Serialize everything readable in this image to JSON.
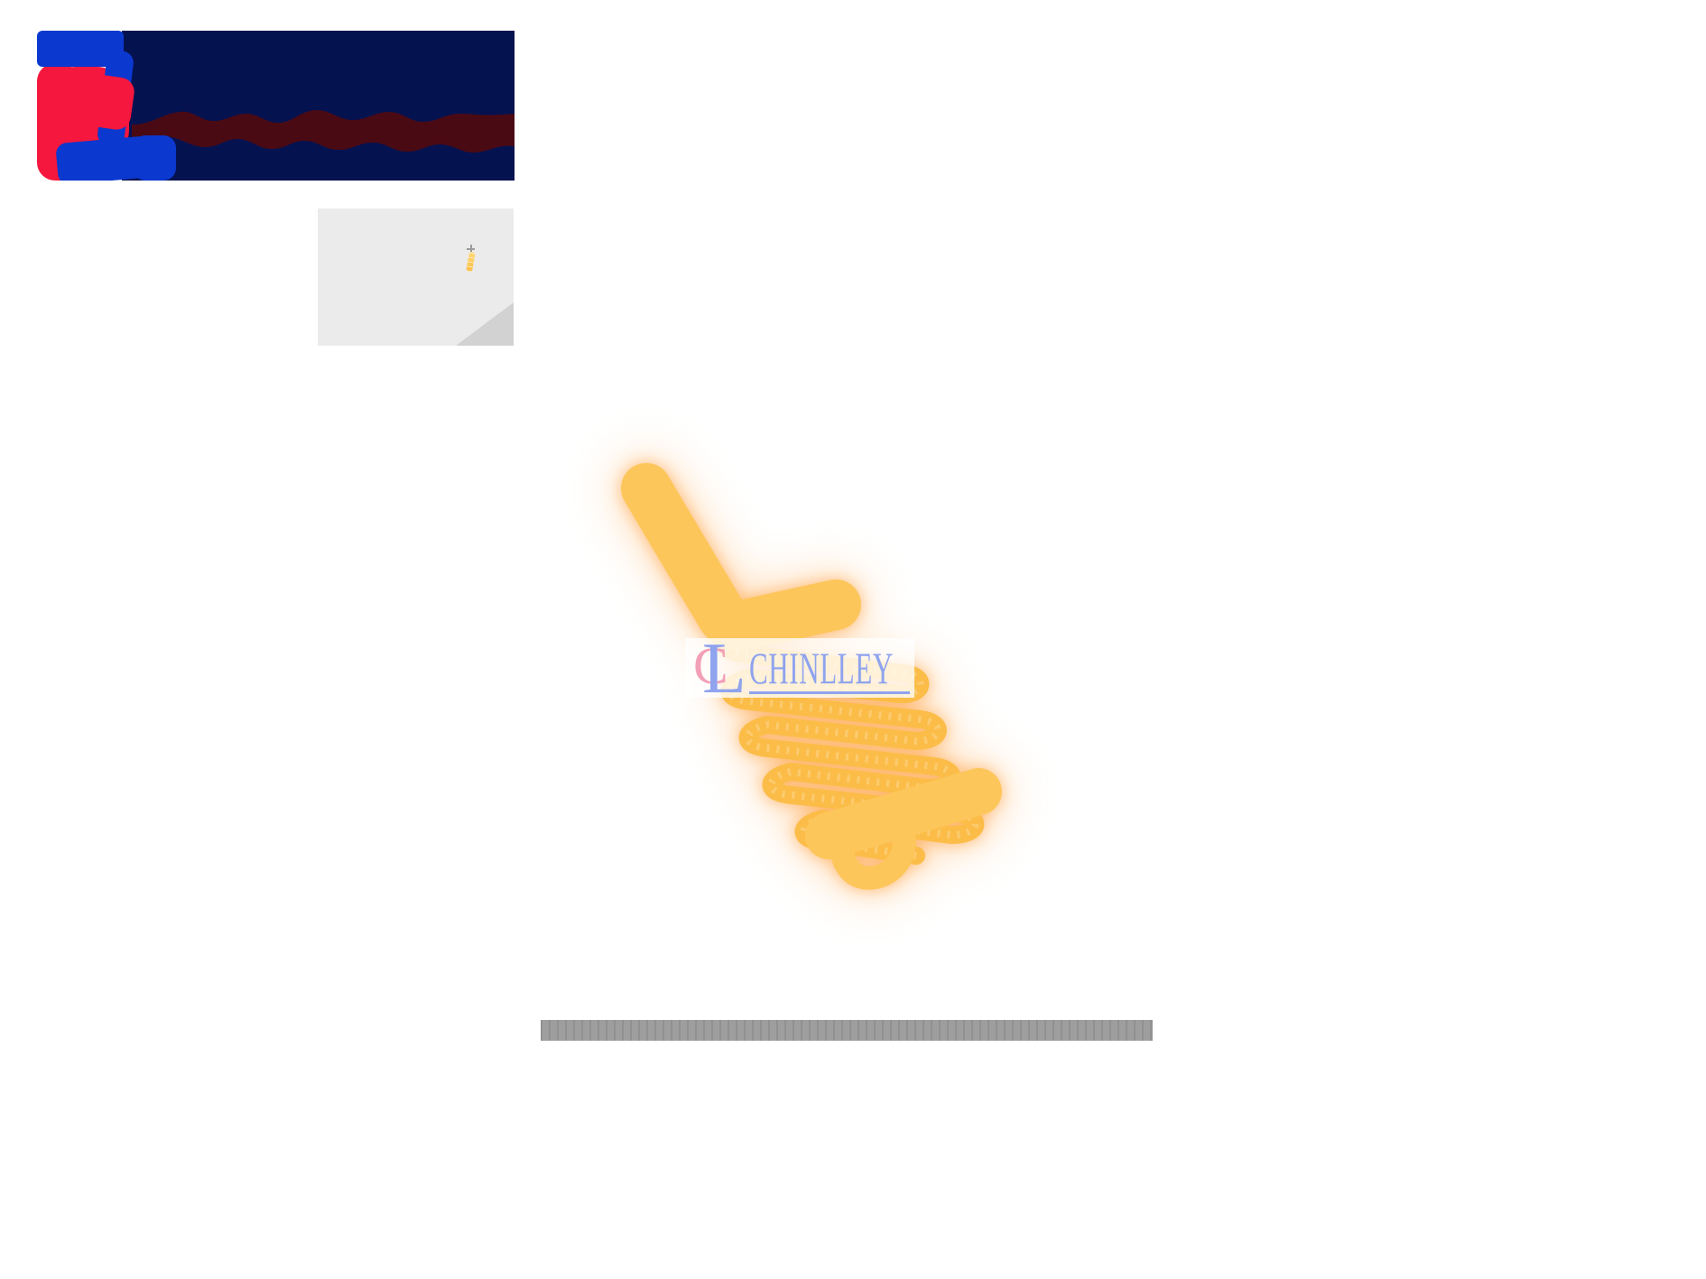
{
  "colors": {
    "page-bg": "#ffffff",
    "logo-blue": "#0B38CF",
    "logo-red": "#F5173D",
    "logo-navy": "#051250",
    "logo-maroon": "#4A0A14",
    "card-bg": "#EBEBEB",
    "card-fold": "#D2D2D2",
    "coil-yellow": "#FDC65A",
    "coil-yellow-deep": "#FBBD48",
    "watermark-blue": "#8FA3EE",
    "watermark-pink": "#F2A0B8",
    "divider-gray": "#9E9E9E"
  },
  "watermark": {
    "monogram_c": "C",
    "monogram_l": "L",
    "text": "CHINLLEY"
  }
}
